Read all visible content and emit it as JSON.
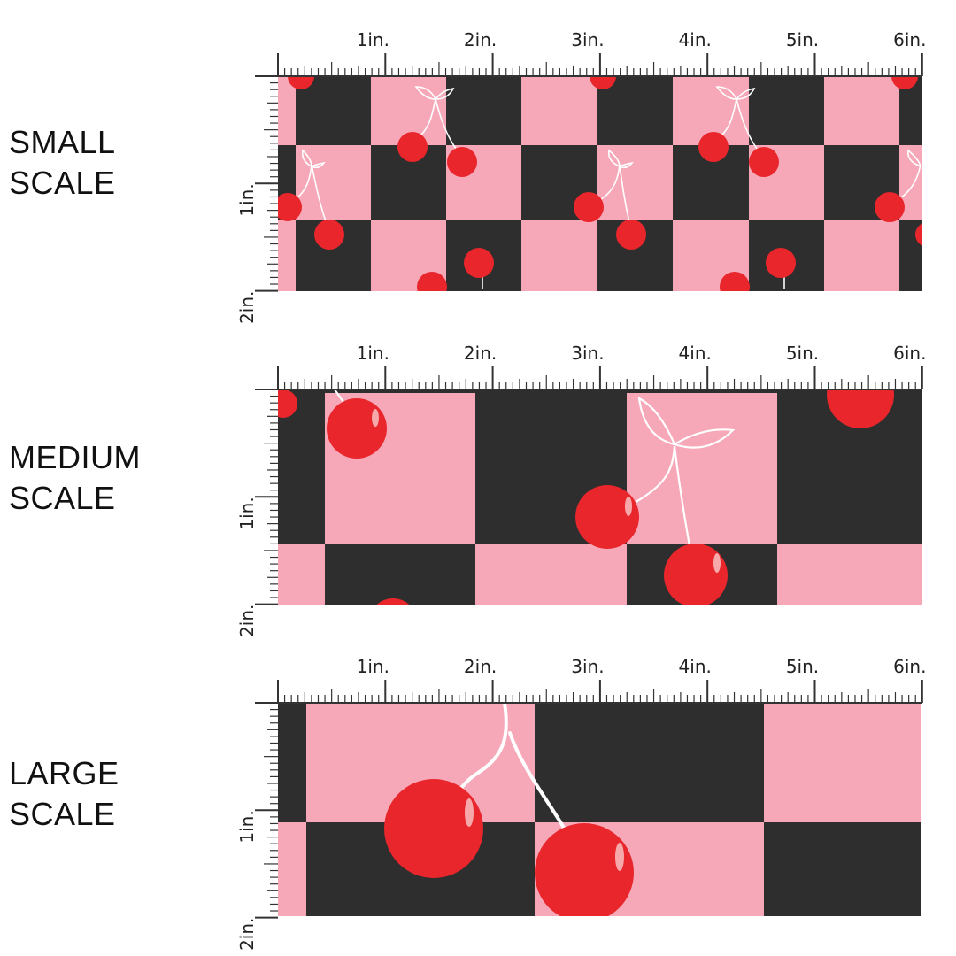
{
  "colors": {
    "pink": "#f6a8b8",
    "black": "#2e2e2e",
    "cherry": "#e8262b",
    "stem": "#ffffff",
    "ruler": "#333333"
  },
  "ruler": {
    "top_labels": [
      "1in.",
      "2in.",
      "3in.",
      "4in.",
      "5in.",
      "6in."
    ],
    "side_labels": [
      "1in.",
      "2in."
    ]
  },
  "panels": [
    {
      "id": "small",
      "label_line1": "SMALL",
      "label_line2": "SCALE"
    },
    {
      "id": "medium",
      "label_line1": "MEDIUM",
      "label_line2": "SCALE"
    },
    {
      "id": "large",
      "label_line1": "LARGE",
      "label_line2": "SCALE"
    }
  ]
}
